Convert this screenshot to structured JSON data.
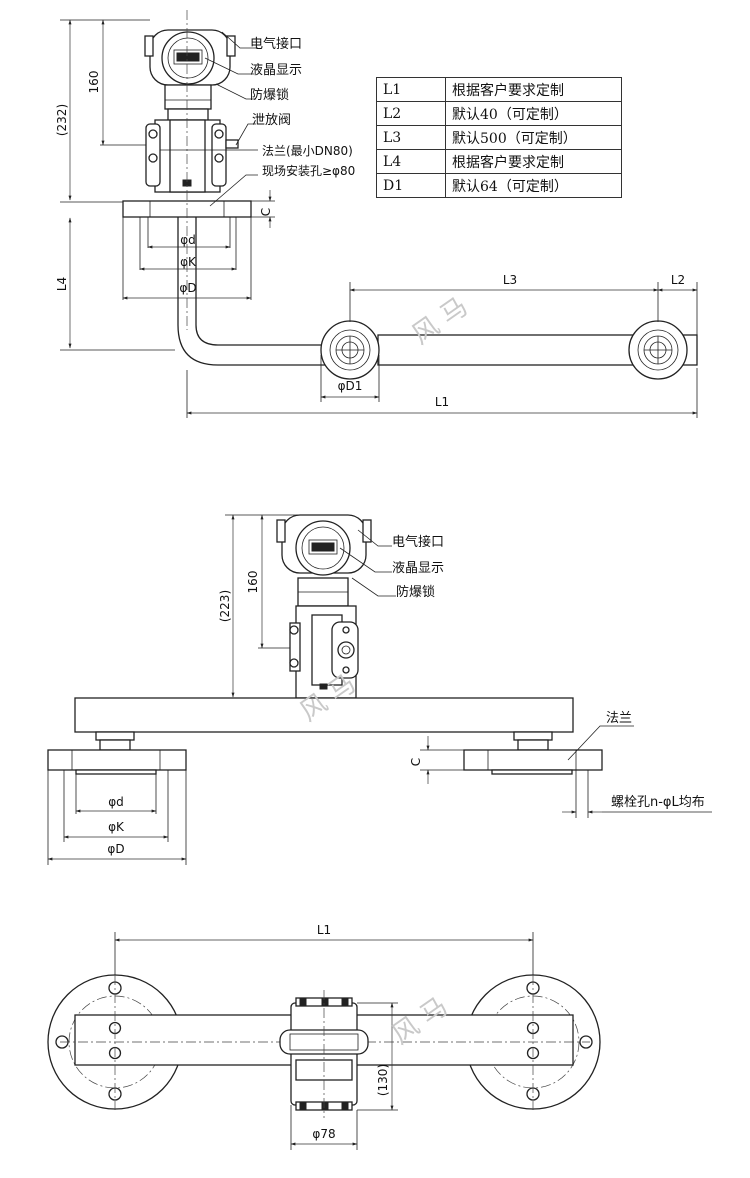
{
  "spec_table": [
    {
      "code": "L1",
      "desc": "根据客户要求定制"
    },
    {
      "code": "L2",
      "desc": "默认40（可定制）"
    },
    {
      "code": "L3",
      "desc": "默认500（可定制）"
    },
    {
      "code": "L4",
      "desc": "根据客户要求定制"
    },
    {
      "code": "D1",
      "desc": "默认64（可定制）"
    }
  ],
  "view1": {
    "callouts": [
      "电气接口",
      "液晶显示",
      "防爆锁",
      "泄放阀",
      "法兰(最小DN80)",
      "现场安装孔≥φ80"
    ],
    "dims": {
      "total_height": "(232)",
      "height": "160",
      "c": "C",
      "d": "φd",
      "k": "φK",
      "bigd": "φD",
      "l4": "L4",
      "l3": "L3",
      "l2": "L2",
      "d1": "φD1",
      "l1": "L1"
    }
  },
  "view2": {
    "callouts": [
      "电气接口",
      "液晶显示",
      "防爆锁",
      "法兰",
      "螺栓孔n-φL均布"
    ],
    "dims": {
      "total_height": "(223)",
      "height": "160",
      "c": "C",
      "d": "φd",
      "k": "φK",
      "bigd": "φD"
    }
  },
  "view3": {
    "dims": {
      "l1": "L1",
      "height": "(130)",
      "width": "φ78"
    }
  },
  "watermark": "风 马"
}
